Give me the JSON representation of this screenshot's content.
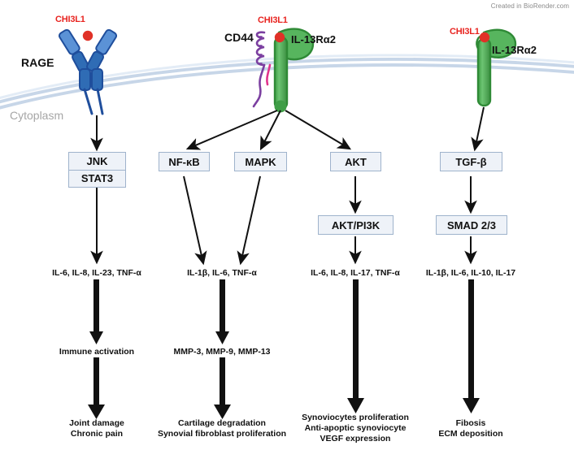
{
  "credit": "Created in BioRender.com",
  "membrane": {
    "cytoplasm_label": "Cytoplasm",
    "band_color": "#c7d6e8"
  },
  "colors": {
    "ligand": "#e03127",
    "ligand_text": "#e8231f",
    "receptor_green": "#4caf50",
    "receptor_green_dark": "#2f8a36",
    "rage_blue": "#1f4e9c",
    "rage_blue_light": "#5b92d6",
    "cd44_purple": "#7b3fa0",
    "cd44_pink": "#e0338c",
    "box_fill": "#eef2f8",
    "box_border": "#9fb3cc",
    "arrow": "#111111"
  },
  "receptors": [
    {
      "id": "rage",
      "ligand_label": "CHI3L1",
      "name_label": "RAGE",
      "type": "antibody-like"
    },
    {
      "id": "cd44-il13ra2",
      "ligand_label": "CHI3L1",
      "partner_label": "CD44",
      "name_label": "IL-13Rα2",
      "type": "coil-and-rod"
    },
    {
      "id": "il13ra2",
      "ligand_label": "CHI3L1",
      "name_label": "IL-13Rα2",
      "type": "rod"
    }
  ],
  "pathways": [
    {
      "id": "jnk-stat3",
      "primary": {
        "lines": [
          "JNK",
          "STAT3"
        ]
      },
      "secondary": null,
      "mediators": "IL-6, IL-8, IL-23, TNF-α",
      "intermediate": "Immune activation",
      "outcome": [
        "Joint damage",
        "Chronic pain"
      ]
    },
    {
      "id": "nfkb",
      "primary": {
        "lines": [
          "NF-κB"
        ]
      },
      "secondary": null,
      "mediators": "IL-1β, IL-6, TNF-α",
      "intermediate": "MMP-3, MMP-9, MMP-13",
      "outcome": [
        "Cartilage degradation",
        "Synovial fibroblast proliferation"
      ]
    },
    {
      "id": "mapk",
      "primary": {
        "lines": [
          "MAPK"
        ]
      },
      "secondary": null,
      "mediators": null,
      "intermediate": null,
      "outcome": null
    },
    {
      "id": "akt",
      "primary": {
        "lines": [
          "AKT"
        ]
      },
      "secondary": {
        "lines": [
          "AKT/PI3K"
        ]
      },
      "mediators": "IL-6, IL-8, IL-17, TNF-α",
      "intermediate": null,
      "outcome": [
        "Synoviocytes proliferation",
        "Anti-apoptic synoviocyte",
        "VEGF expression"
      ]
    },
    {
      "id": "tgfb",
      "primary": {
        "lines": [
          "TGF-β"
        ]
      },
      "secondary": {
        "lines": [
          "SMAD 2/3"
        ]
      },
      "mediators": "IL-1β, IL-6, IL-10, IL-17",
      "intermediate": null,
      "outcome": [
        "Fibosis",
        "ECM deposition"
      ]
    }
  ],
  "icons": {
    "ligand": "chi3l1-ligand-dot",
    "rage_receptor": "rage-receptor-icon",
    "cd44_receptor": "cd44-receptor-icon",
    "il13ra2_receptor": "il13ra2-receptor-icon",
    "membrane": "cell-membrane-icon"
  }
}
